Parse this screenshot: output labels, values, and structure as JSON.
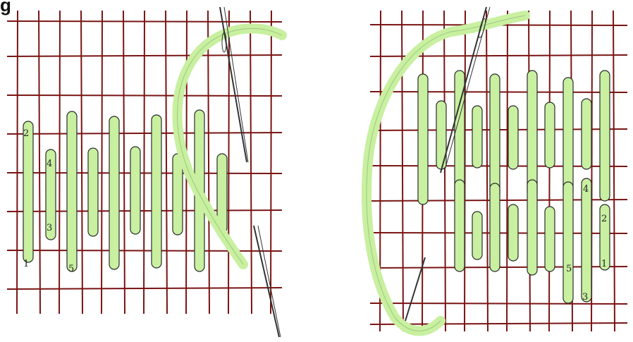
{
  "header": {
    "title_fragment": "g"
  },
  "palette": {
    "grid": "#7a1414",
    "stitch_fill": "#c8f0a0",
    "stitch_edge": "#2b2b2b",
    "thread": "#c8f0a0",
    "needle": "#333333",
    "background": "#ffffff"
  },
  "diagram_left": {
    "stitch_labels": [
      "2",
      "4",
      "3",
      "1",
      "5"
    ]
  },
  "diagram_right": {
    "stitch_labels": [
      "4",
      "2",
      "5",
      "1",
      "3"
    ]
  }
}
